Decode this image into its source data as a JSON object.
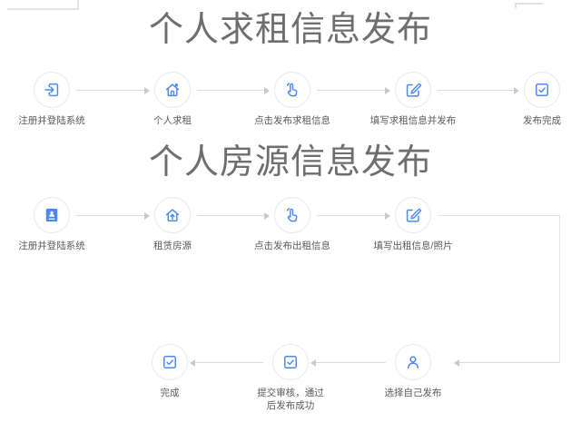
{
  "colors": {
    "accent": "#4a89f3",
    "title_text": "#6e6e6e",
    "label_text": "#595959",
    "circle_border": "#e9e9e9",
    "arrow": "#dcdcdc",
    "background": "#ffffff"
  },
  "section1": {
    "title": "个人求租信息发布",
    "steps": [
      {
        "label": "注册并登陆系统",
        "icon": "login-icon"
      },
      {
        "label": "个人求租",
        "icon": "house-icon"
      },
      {
        "label": "点击发布求租信息",
        "icon": "tap-icon"
      },
      {
        "label": "填写求租信息并发布",
        "icon": "edit-icon"
      },
      {
        "label": "发布完成",
        "icon": "check-square-icon"
      }
    ]
  },
  "section2": {
    "title": "个人房源信息发布",
    "row1": [
      {
        "label": "注册并登陆系统",
        "icon": "id-card-icon"
      },
      {
        "label": "租赁房源",
        "icon": "house-arrow-up-icon"
      },
      {
        "label": "点击发布出租信息",
        "icon": "tap-icon"
      },
      {
        "label": "填写出租信息/照片",
        "icon": "edit-icon"
      }
    ],
    "row2": [
      {
        "label": "完成",
        "icon": "check-square-icon"
      },
      {
        "label": "提交审核，通过",
        "label2": "后发布成功",
        "icon": "check-square-icon"
      },
      {
        "label": "选择自己发布",
        "icon": "person-icon"
      }
    ]
  }
}
